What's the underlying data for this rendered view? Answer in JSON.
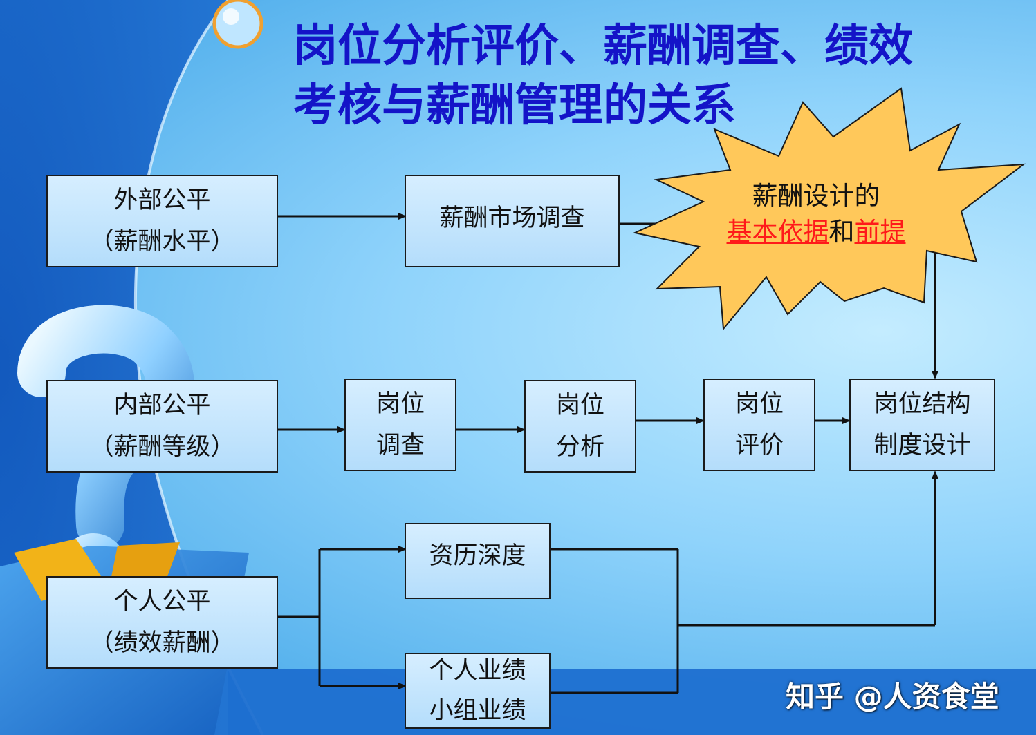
{
  "title": {
    "line1": "岗位分析评价、薪酬调查、绩效",
    "line2": "考核与薪酬管理的关系"
  },
  "boxes": {
    "external": {
      "line1": "外部公平",
      "line2": "（薪酬水平）"
    },
    "market_survey": {
      "line1": "薪酬市场调查"
    },
    "internal": {
      "line1": "内部公平",
      "line2": "（薪酬等级）"
    },
    "job_survey": {
      "line1": "岗位",
      "line2": "调查"
    },
    "job_analysis": {
      "line1": "岗位",
      "line2": "分析"
    },
    "job_evaluation": {
      "line1": "岗位",
      "line2": "评价"
    },
    "structure": {
      "line1": "岗位结构",
      "line2": "制度设计"
    },
    "individual": {
      "line1": "个人公平",
      "line2": "（绩效薪酬）"
    },
    "seniority": {
      "line1": "资历深度"
    },
    "performance": {
      "line1": "个人业绩",
      "line2": "小组业绩"
    }
  },
  "burst": {
    "line1": "薪酬设计的",
    "basis": "基本依据",
    "and": "和",
    "premise": "前提"
  },
  "watermark": "知乎 @人资食堂",
  "colors": {
    "title": "#1414c8",
    "highlight": "#ff1a1a",
    "burst_fill": "#ffc85a",
    "box_fill": "#c8e6fd"
  }
}
